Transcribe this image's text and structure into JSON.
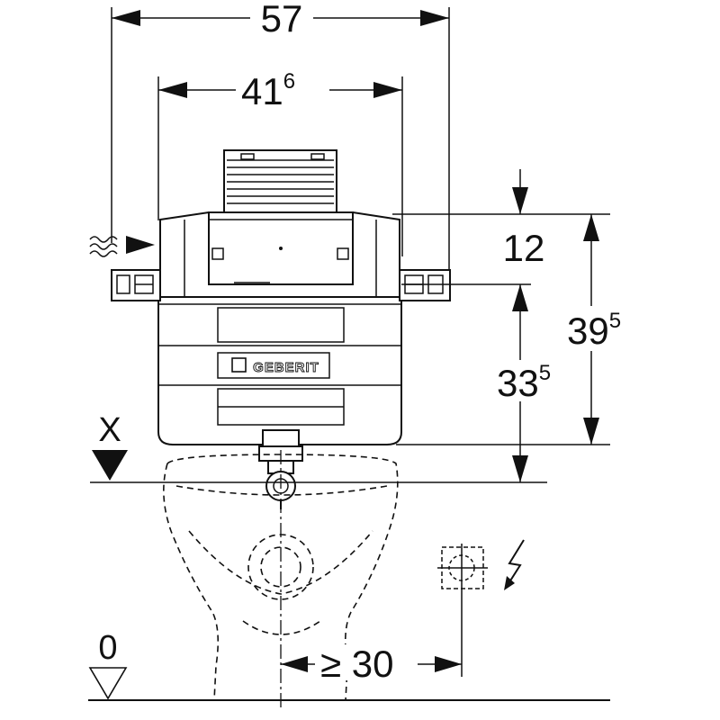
{
  "dimensions": {
    "overall_width": {
      "main": "57",
      "sup": ""
    },
    "frame_width": {
      "main": "41",
      "sup": "6"
    },
    "top_offset": {
      "main": "12",
      "sup": ""
    },
    "total_height": {
      "main": "39",
      "sup": "5"
    },
    "outlet_height": {
      "main": "33",
      "sup": "5"
    },
    "socket_distance": {
      "main": "≥ 30",
      "sup": ""
    }
  },
  "markers": {
    "x_mark": "X",
    "floor_level": "0"
  },
  "logo": {
    "brand": "GEBERIT"
  },
  "icons": [
    "wavy-lines-icon",
    "electric-socket-icon",
    "lightning-icon",
    "level-triangle-icon"
  ]
}
